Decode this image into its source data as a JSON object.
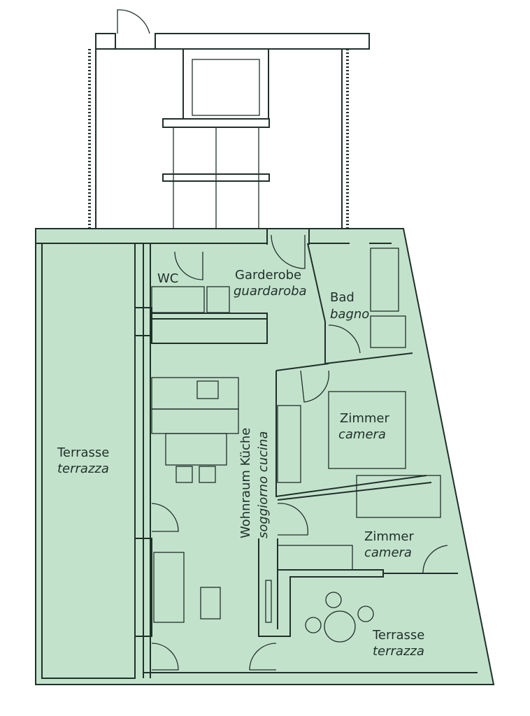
{
  "colors": {
    "floor": "#c3e2cc",
    "line": "#1f302a"
  },
  "rooms": {
    "wc": {
      "de": "WC"
    },
    "garderobe": {
      "de": "Garderobe",
      "it": "guardaroba"
    },
    "bad": {
      "de": "Bad",
      "it": "bagno"
    },
    "zimmer1": {
      "de": "Zimmer",
      "it": "camera"
    },
    "zimmer2": {
      "de": "Zimmer",
      "it": "camera"
    },
    "terrasse_west": {
      "de": "Terrasse",
      "it": "terrazza"
    },
    "terrasse_south": {
      "de": "Terrasse",
      "it": "terrazza"
    },
    "wohnraum": {
      "de": "Wohnraum Küche",
      "it": "soggiorno cucina"
    }
  }
}
